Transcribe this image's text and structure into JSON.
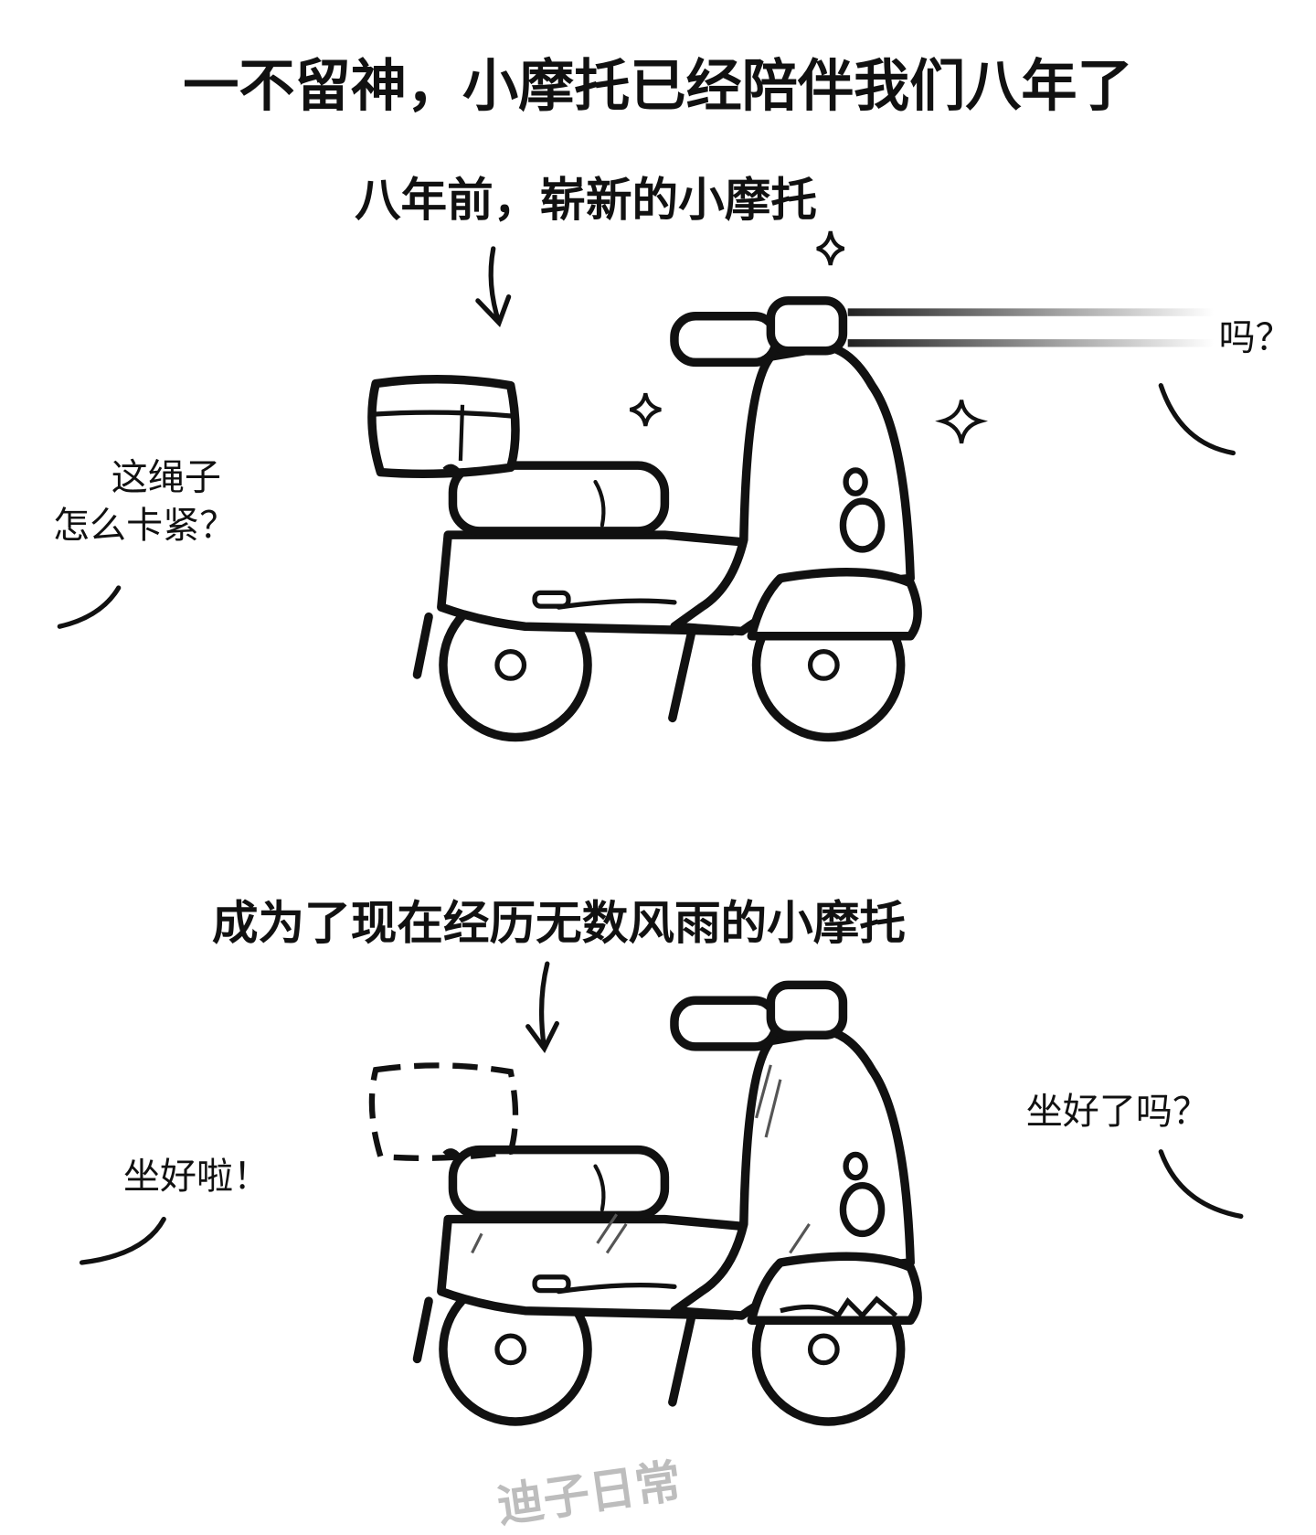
{
  "title": "一不留神，小摩托已经陪伴我们八年了",
  "panel_top": {
    "caption": "八年前，崭新的小摩托",
    "speech_left": [
      "这绳子",
      "怎么卡紧？"
    ],
    "speech_right": "吗？"
  },
  "panel_bottom": {
    "caption": "成为了现在经历无数风雨的小摩托",
    "speech_left": "坐好啦！",
    "speech_right": "坐好了吗？"
  },
  "watermark": "迪子日常"
}
